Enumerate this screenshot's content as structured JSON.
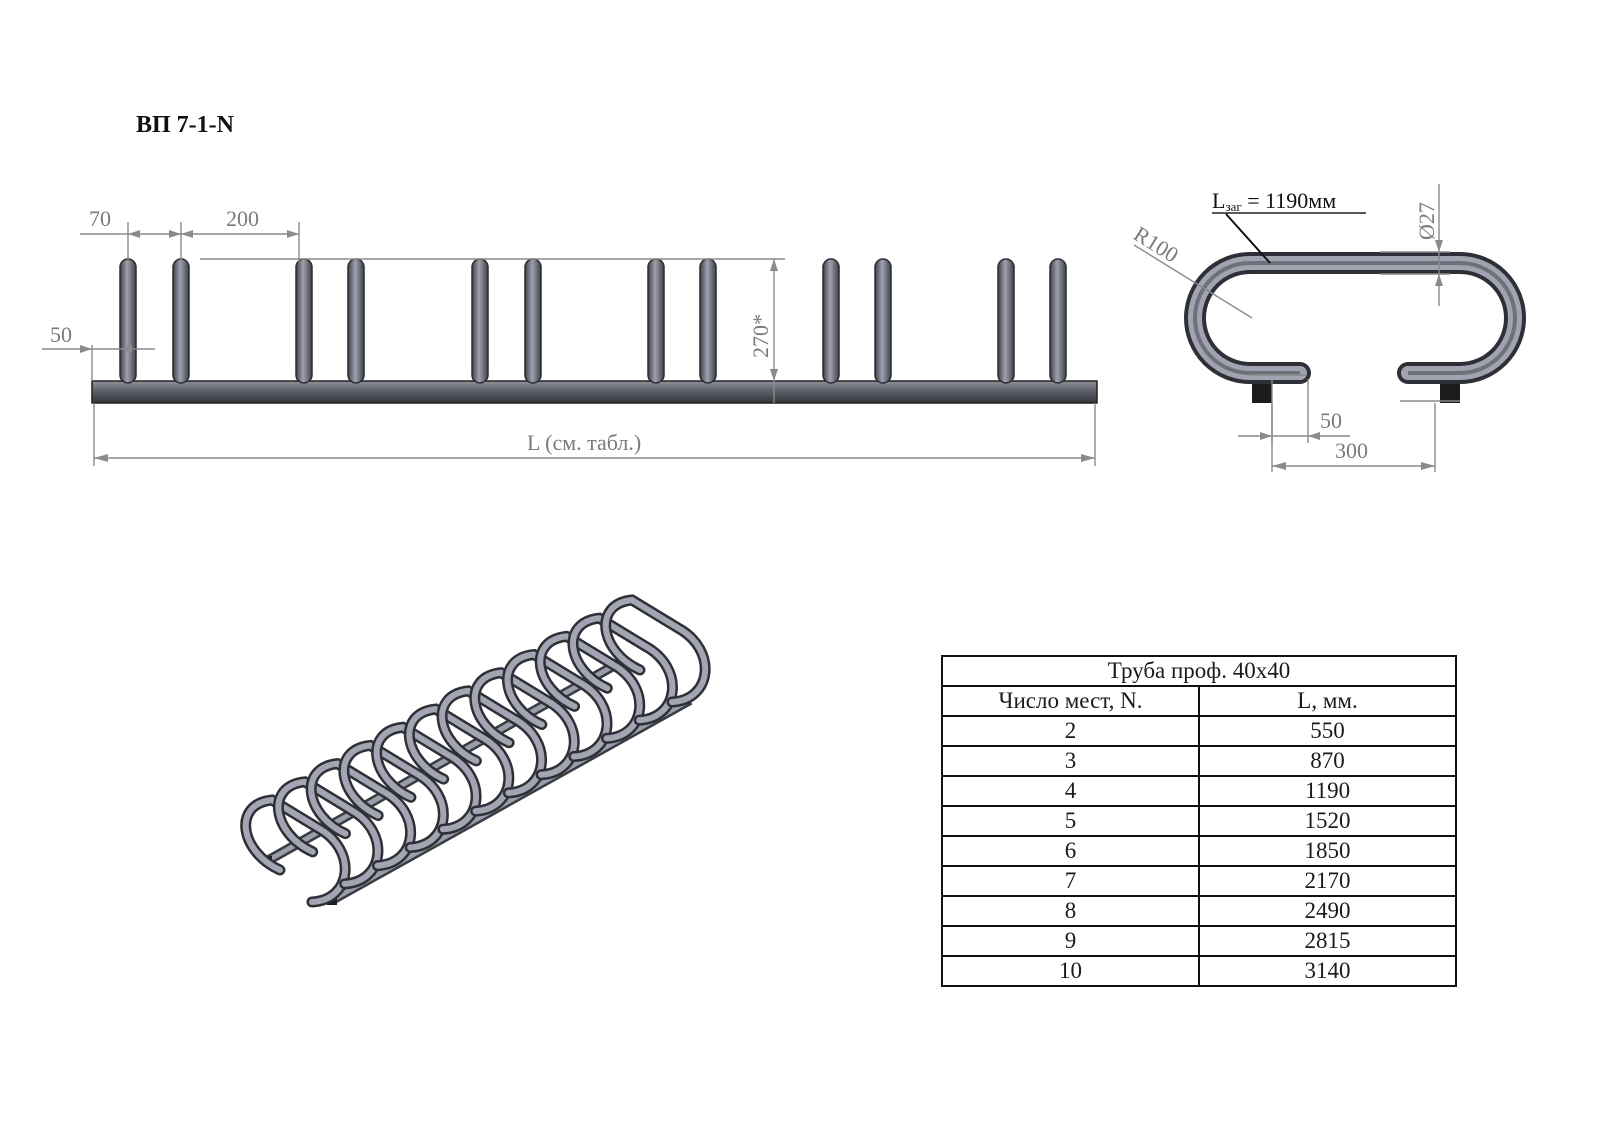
{
  "title": "ВП 7-1-N",
  "front_view": {
    "dim_post_gap": "70",
    "dim_pair_gap": "200",
    "dim_offset": "50",
    "dim_height": "270*",
    "dim_length": "L (см. табл.)"
  },
  "side_view": {
    "blank_length_prefix": "L",
    "blank_length_sub": "заг",
    "blank_length_value": " = 1190мм",
    "radius": "R100",
    "diameter": "Ø27",
    "dim_foot": "50",
    "dim_base": "300"
  },
  "table": {
    "caption": "Труба проф. 40х40",
    "headers": [
      "Число мест, N.",
      "L, мм."
    ],
    "rows": [
      [
        "2",
        "550"
      ],
      [
        "3",
        "870"
      ],
      [
        "4",
        "1190"
      ],
      [
        "5",
        "1520"
      ],
      [
        "6",
        "1850"
      ],
      [
        "7",
        "2170"
      ],
      [
        "8",
        "2490"
      ],
      [
        "9",
        "2815"
      ],
      [
        "10",
        "3140"
      ]
    ]
  },
  "colors": {
    "metal": "#5b5d66",
    "metal_light": "#a4a7b3",
    "dim": "#8a8a8a"
  }
}
